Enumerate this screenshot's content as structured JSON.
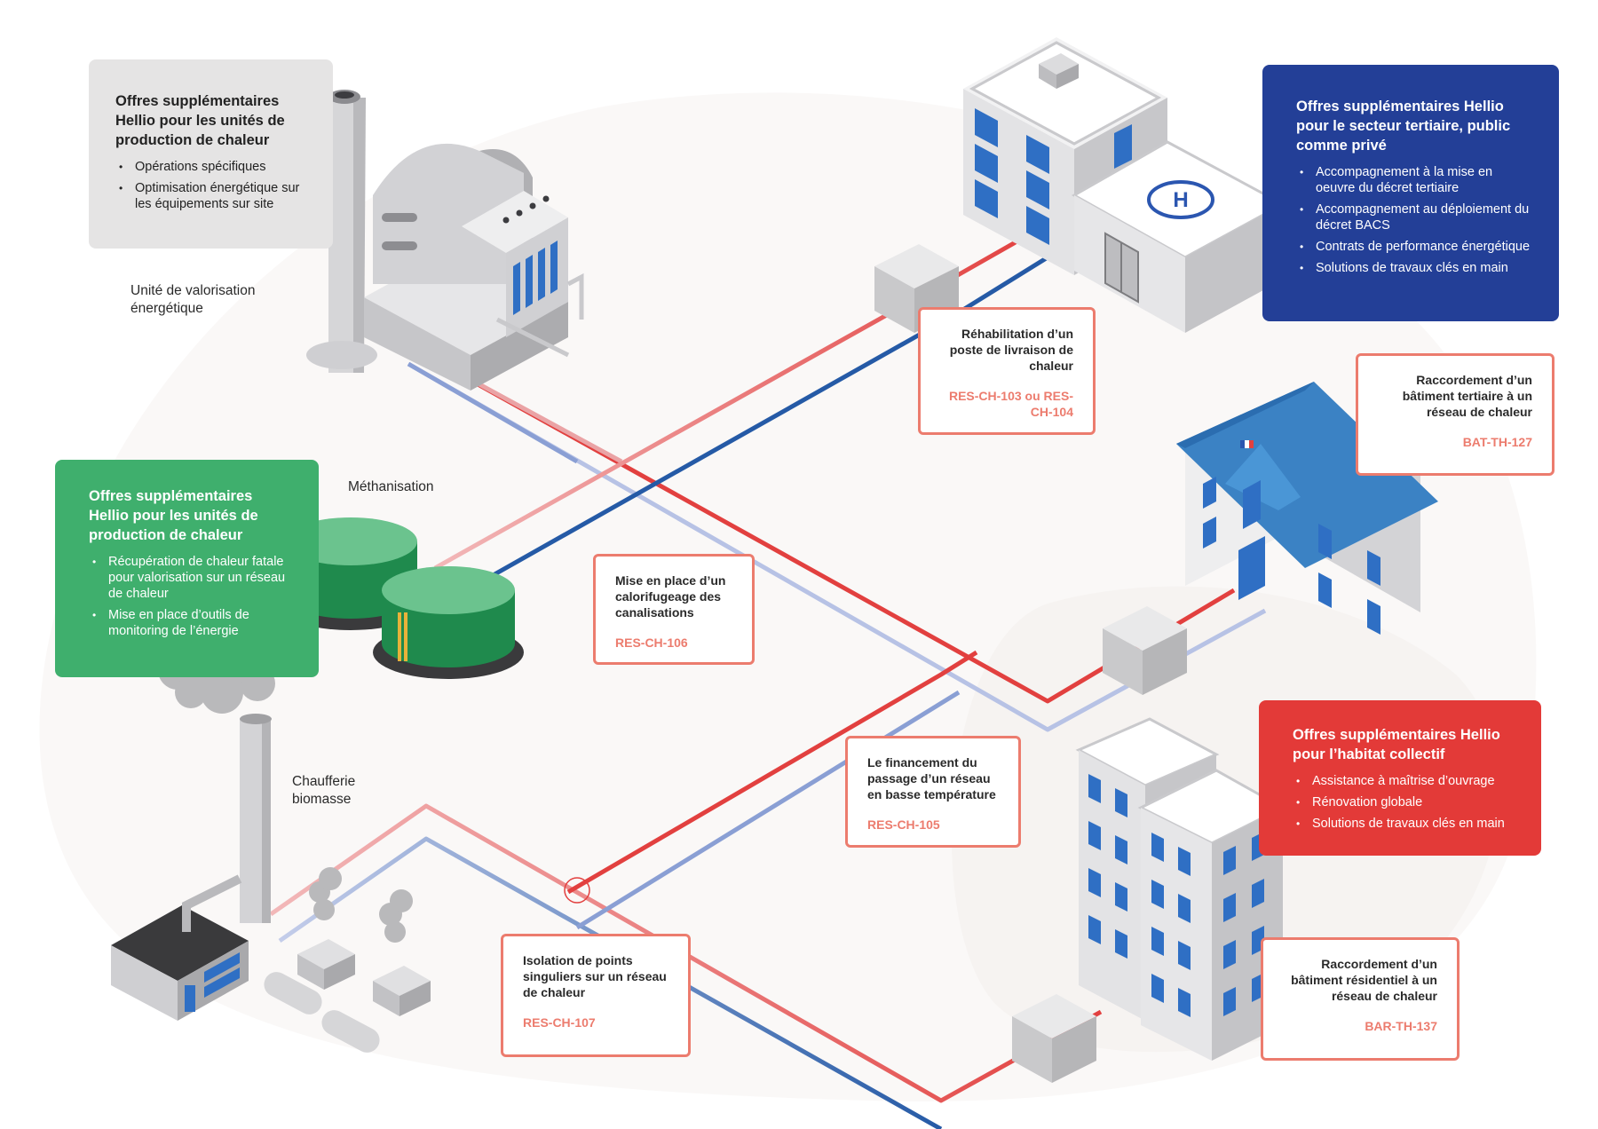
{
  "labels": {
    "valorisation": "Unité de valorisation énergétique",
    "methanisation": "Méthanisation",
    "chaufferie": "Chaufferie biomasse"
  },
  "offers": {
    "production_top": {
      "title": "Offres supplémentaires Hellio pour les unités de production de chaleur",
      "items": [
        "Opérations spécifiques",
        "Optimisation énergétique sur les équipements sur site"
      ]
    },
    "production_green": {
      "title": "Offres supplémentaires Hellio pour les unités de production de chaleur",
      "items": [
        "Récupération de chaleur fatale pour valorisation sur un réseau de chaleur",
        "Mise en place d’outils de monitoring de l’énergie"
      ]
    },
    "tertiaire": {
      "title": "Offres supplémentaires Hellio pour le secteur tertiaire, public comme privé",
      "items": [
        "Accompagnement à la mise en oeuvre du décret tertiaire",
        "Accompagnement au déploiement du décret BACS",
        "Contrats de performance énergétique",
        "Solutions de travaux clés en main"
      ]
    },
    "habitat": {
      "title": "Offres supplémentaires Hellio pour l’habitat collectif",
      "items": [
        "Assistance à maîtrise d’ouvrage",
        "Rénovation globale",
        "Solutions de travaux clés en main"
      ]
    }
  },
  "operations": {
    "rehab": {
      "title": "Réhabilitation d’un poste de livraison de chaleur",
      "code": "RES-CH-103 ou RES-CH-104"
    },
    "raccord_tertiaire": {
      "title": "Raccordement d’un bâtiment tertiaire à un réseau de chaleur",
      "code": "BAT-TH-127"
    },
    "calorifugeage": {
      "title": "Mise en place d’un calorifugeage des canalisations",
      "code": "RES-CH-106"
    },
    "financement": {
      "title": "Le financement du passage d’un réseau en basse température",
      "code": "RES-CH-105"
    },
    "isolation": {
      "title": "Isolation de points singuliers sur un réseau de chaleur",
      "code": "RES-CH-107"
    },
    "raccord_residentiel": {
      "title": "Raccordement d’un bâtiment résidentiel à un réseau de chaleur",
      "code": "BAR-TH-137"
    }
  },
  "colors": {
    "pipe_hot": "#e2403f",
    "pipe_hot_light": "#eaa3a5",
    "pipe_cold": "#255aa6",
    "pipe_cold_light": "#b7c2e5",
    "accent_orange": "#ec7c6e",
    "card_gray": "#e5e4e4",
    "card_blue": "#233f97",
    "card_green": "#3faf6d",
    "card_red": "#e33a38"
  }
}
